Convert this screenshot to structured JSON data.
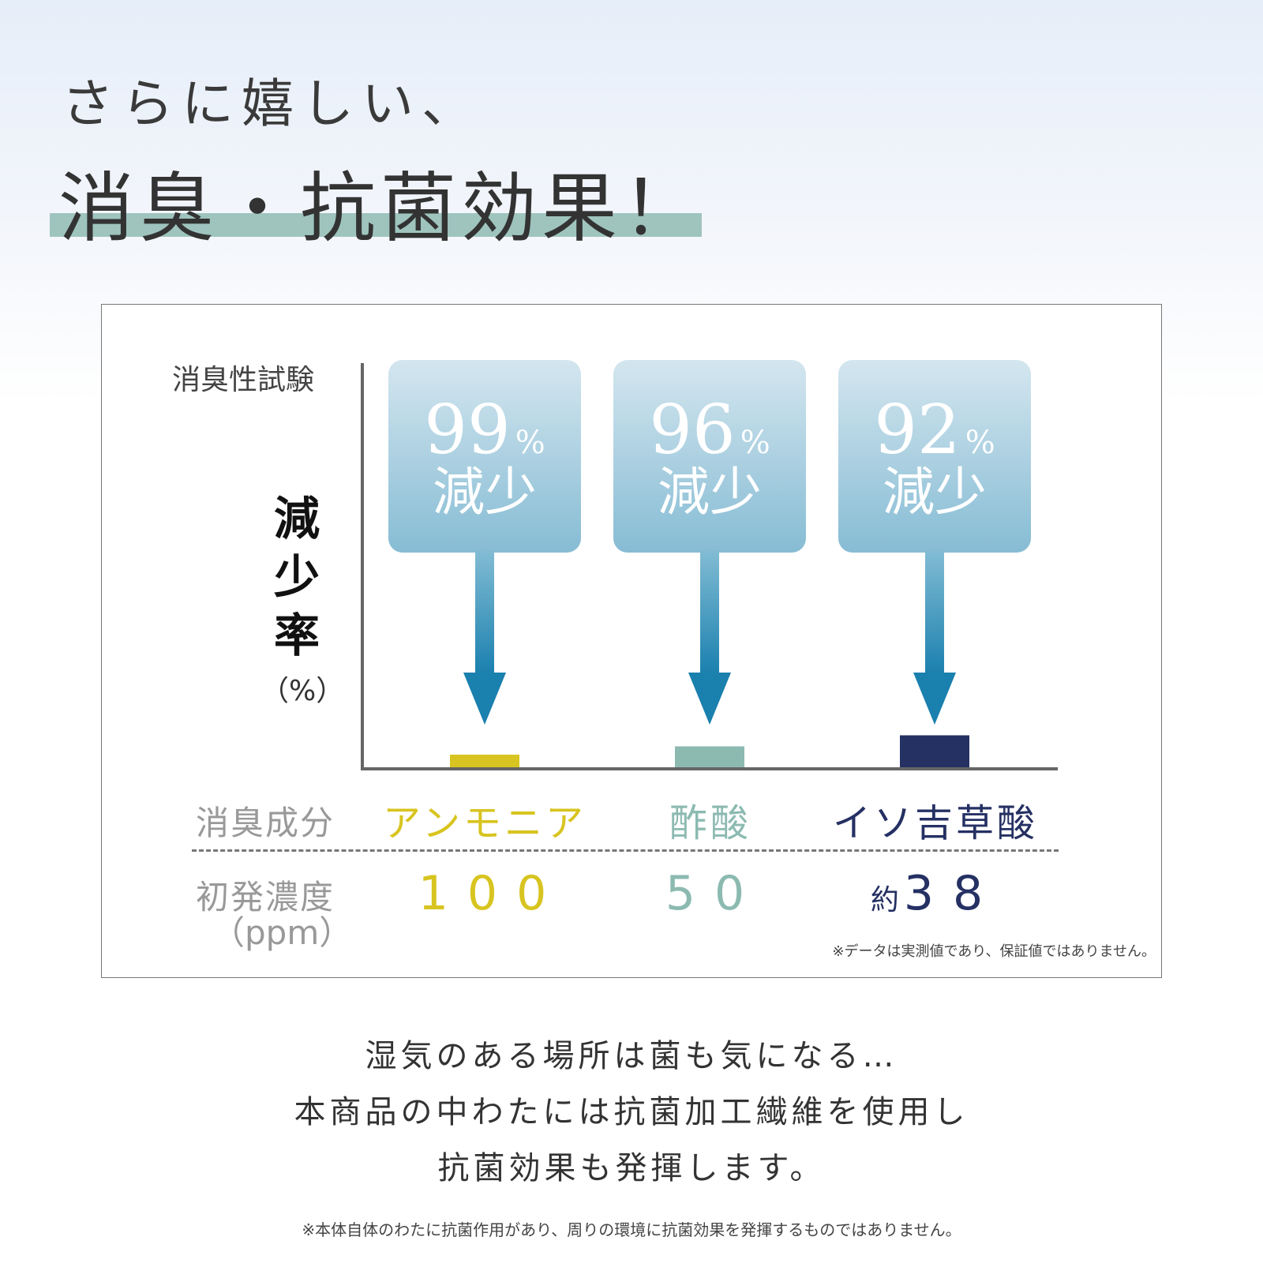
{
  "header": {
    "line1": "さらに嬉しい、",
    "line2": "消臭・抗菌効果！"
  },
  "chart_data": {
    "type": "bar",
    "title": "消臭性試験",
    "ylabel": "減少率",
    "yunit": "（%）",
    "xlabel": "消臭成分",
    "categories": [
      "アンモニア",
      "酢酸",
      "イソ吉草酸"
    ],
    "values": [
      99,
      96,
      92
    ],
    "value_suffix": "%",
    "value_caption": "減少",
    "colors": [
      "#d8c420",
      "#8cbab1",
      "#253063"
    ],
    "concentration_label": "初発濃度",
    "concentration_unit": "（ppm）",
    "concentrations": [
      {
        "prefix": "",
        "value": "100"
      },
      {
        "prefix": "",
        "value": "50"
      },
      {
        "prefix": "約",
        "value": "38"
      }
    ],
    "note": "※データは実測値であり、保証値ではありません。"
  },
  "body": {
    "lines": [
      "湿気のある場所は菌も気になる…",
      "本商品の中わたには抗菌加工繊維を使用し",
      "抗菌効果も発揮します。"
    ],
    "note": "※本体自体のわたに抗菌作用があり、周りの環境に抗菌効果を発揮するものではありません。"
  }
}
